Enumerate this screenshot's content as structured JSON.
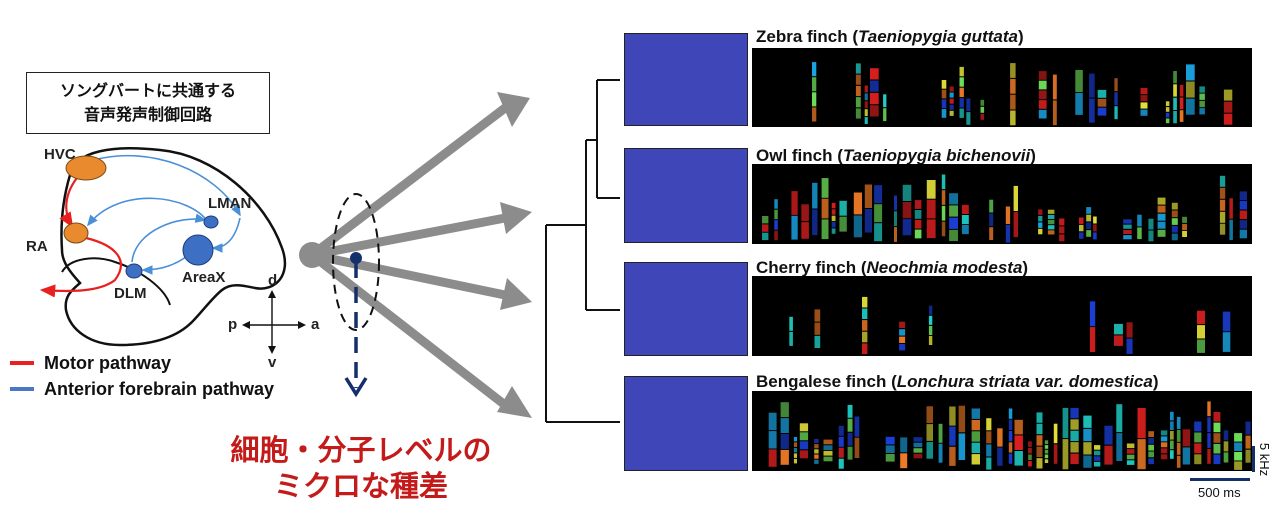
{
  "circuit_box": {
    "line1": "ソングバートに共通する",
    "line2": "音声発声制御回路"
  },
  "nuclei": {
    "hvc": "HVC",
    "ra": "RA",
    "lman": "LMAN",
    "areax": "AreaX",
    "dlm": "DLM"
  },
  "axes": {
    "d": "d",
    "v": "v",
    "p": "p",
    "a": "a"
  },
  "legend": [
    {
      "label": "Motor pathway",
      "color": "#e8201f"
    },
    {
      "label": "Anterior forebrain pathway",
      "color": "#4a78c8"
    }
  ],
  "caption": {
    "line1": "細胞・分子レベルの",
    "line2": "ミクロな種差"
  },
  "species": [
    {
      "common": "Zebra finch (",
      "latin": "Taeniopygia guttata",
      "close": ")"
    },
    {
      "common": "Owl finch (",
      "latin": "Taeniopygia bichenovii",
      "close": ")"
    },
    {
      "common": "Cherry finch (",
      "latin": "Neochmia modesta",
      "close": ")"
    },
    {
      "common": "Bengalese finch (",
      "latin": "Lonchura striata var. domestica",
      "close": ")"
    }
  ],
  "scale": {
    "freq": "5 kHz",
    "time": "500 ms"
  },
  "colors": {
    "nucleus_orange": "#e98a2e",
    "nucleus_blue": "#3d6fc4",
    "arrow_gray": "#8c8c8c",
    "dashed_navy": "#13306b",
    "photo_bg": "#3f46b8"
  }
}
